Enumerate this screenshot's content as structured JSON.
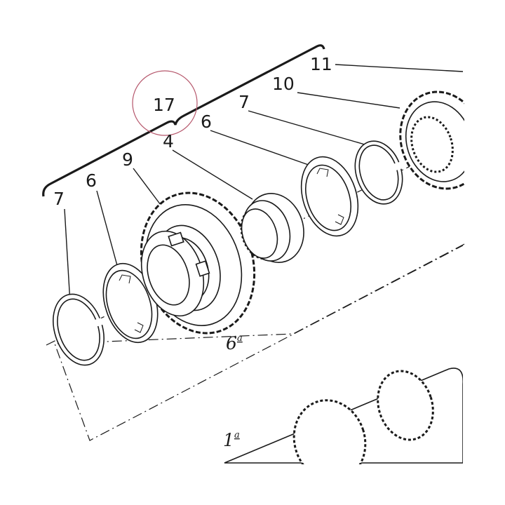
{
  "callouts": {
    "c7_left": "7",
    "c6_left": "6",
    "c9": "9",
    "c4": "4",
    "c6_right": "6",
    "c7_right": "7",
    "c10": "10",
    "c11": "11",
    "c17": "17"
  },
  "gear_labels": {
    "sixth": {
      "number": "6",
      "superscript": "a"
    },
    "first": {
      "number": "1",
      "superscript": "a"
    }
  },
  "colors": {
    "ink": "#1a1a1a",
    "highlight_circle": "#b5566b",
    "background": "#ffffff"
  }
}
